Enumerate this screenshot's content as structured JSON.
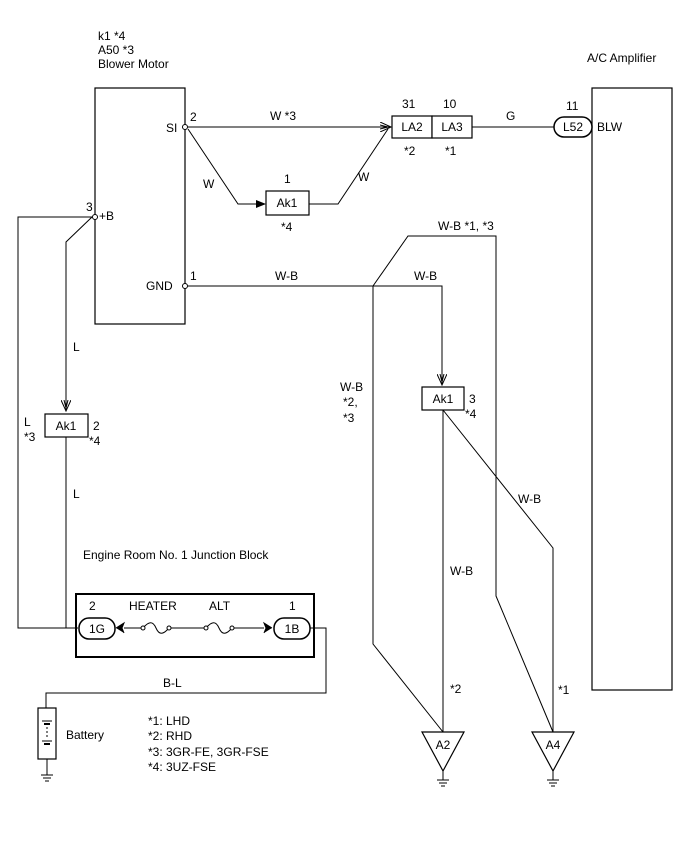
{
  "blower": {
    "code1": "k1 *4",
    "code2": "A50 *3",
    "name": "Blower Motor",
    "pin_si_num": "2",
    "pin_si": "SI",
    "pin_b_num": "3",
    "pin_b": "+B",
    "pin_gnd_num": "1",
    "pin_gnd": "GND"
  },
  "amplifier": {
    "name": "A/C Amplifier",
    "pin_num": "11",
    "connector": "L52",
    "terminal": "BLW"
  },
  "connectors": {
    "la2": {
      "pin": "31",
      "label": "LA2",
      "note": "*2"
    },
    "la3": {
      "pin": "10",
      "label": "LA3",
      "note": "*1"
    },
    "ak1_top": {
      "pin": "1",
      "label": "Ak1",
      "note": "*4"
    },
    "ak1_left": {
      "pin": "2",
      "label": "Ak1",
      "note": "*4"
    },
    "ak1_mid": {
      "pin": "3",
      "label": "Ak1",
      "note": "*4"
    }
  },
  "wires": {
    "w_3": "W *3",
    "g": "G",
    "w_a": "W",
    "w_b": "W",
    "wb_top": "W-B *1, *3",
    "wb_gnd": "W-B",
    "wb_mid": "W-B",
    "wb_left_1": "W-B",
    "wb_left_2": "*2,",
    "wb_left_3": "*3",
    "wb_right": "W-B",
    "wb_down": "W-B",
    "l_top": "L",
    "l_side_1": "L",
    "l_side_2": "*3",
    "l_bottom": "L",
    "bl": "B-L",
    "note_a2": "*2",
    "note_a4": "*1"
  },
  "junction_block": {
    "title": "Engine Room No. 1 Junction Block",
    "pin_1g_num": "2",
    "pin_1g": "1G",
    "heater": "HEATER",
    "alt": "ALT",
    "pin_1b_num": "1",
    "pin_1b": "1B"
  },
  "battery": {
    "label": "Battery"
  },
  "grounds": {
    "a2": "A2",
    "a4": "A4"
  },
  "legend": [
    "*1: LHD",
    "*2: RHD",
    "*3: 3GR-FE, 3GR-FSE",
    "*4: 3UZ-FSE"
  ]
}
